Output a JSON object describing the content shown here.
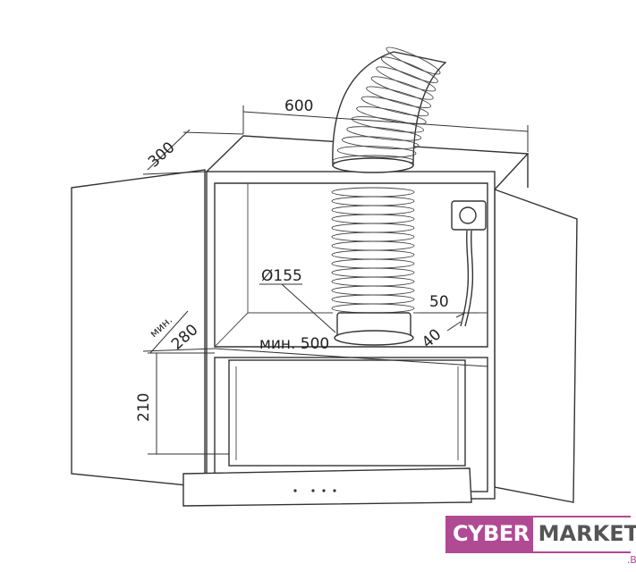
{
  "dimensions": {
    "width": "600",
    "depth": "300",
    "duct_diameter": "Ø155",
    "socket_offset": "50",
    "socket_gap": "40",
    "min_label": "мин.",
    "min_depth": "280",
    "min_width": "мин. 500",
    "height": "210"
  },
  "logo": {
    "part1": "CYBER",
    "part2": "MARKET",
    "suffix": ".BY",
    "color": "#b04a93"
  }
}
